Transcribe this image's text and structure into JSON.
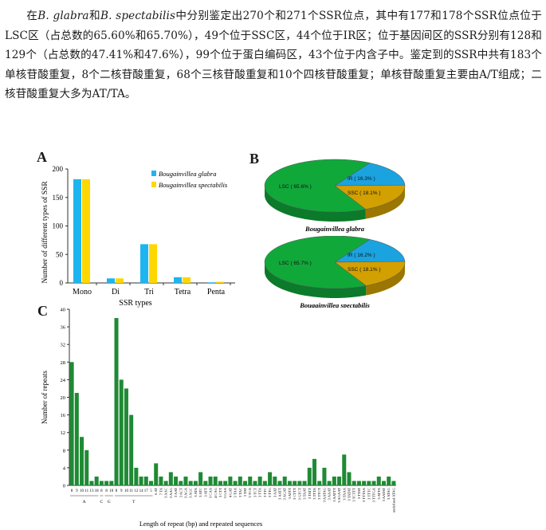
{
  "paragraph": {
    "parts": [
      {
        "t": "在"
      },
      {
        "t": "B. glabra",
        "i": true
      },
      {
        "t": "和"
      },
      {
        "t": "B. spectabilis",
        "i": true
      },
      {
        "t": "中分别鉴定出270个和271个SSR位点，其中有177和178个SSR位点位于LSC区（占总数的65.60%和65.70%），49个位于SSC区，44个位于IR区；位于基因间区的SSR分别有128和129个（占总数的47.41%和47.6%），99个位于蛋白编码区，43个位于内含子中。鉴定到的SSR中共有183个单核苷酸重复，8个二核苷酸重复，68个三核苷酸重复和10个四核苷酸重复；单核苷酸重复主要由A/T组成；二核苷酸重复大多为AT/TA。"
      }
    ]
  },
  "panels": {
    "a": "A",
    "b": "B",
    "c": "C"
  },
  "colors": {
    "glabra": "#1eb4f0",
    "spectabilis": "#ffd700",
    "green": "#1f8a34",
    "lsc": "#11a83a",
    "ssc": "#d2a000",
    "ir": "#1ba3e0"
  },
  "chart_data": [
    {
      "type": "bar",
      "categories": [
        "Mono",
        "Di",
        "Tri",
        "Tetra",
        "Penta"
      ],
      "series": [
        {
          "name": "Bougainvillea glabra",
          "values": [
            182,
            8,
            68,
            10,
            1
          ]
        },
        {
          "name": "Bougainvillea spectabilis",
          "values": [
            182,
            8,
            68,
            10,
            2
          ]
        }
      ],
      "xlabel": "SSR types",
      "ylabel": "Number of different types of SSR",
      "ylim": [
        0,
        200
      ],
      "yticks": [
        0,
        50,
        100,
        150,
        200
      ],
      "legend": "top-right"
    },
    {
      "type": "pie",
      "title": "Bougainvillea glabra",
      "slices": [
        {
          "label": "LSC ( 65.6% )",
          "value": 65.6
        },
        {
          "label": "SSC ( 18.1% )",
          "value": 18.1
        },
        {
          "label": "IR ( 16.3% )",
          "value": 16.3
        }
      ]
    },
    {
      "type": "pie",
      "title": "Bougainvillea spectabilis",
      "slices": [
        {
          "label": "LSC ( 65.7% )",
          "value": 65.7
        },
        {
          "label": "SSC ( 18.1% )",
          "value": 18.1
        },
        {
          "label": "IR ( 16.2% )",
          "value": 16.2
        }
      ]
    },
    {
      "type": "bar",
      "xlabel": "Length of repeat (bp) and repeated sequences",
      "ylabel": "Number of repeats",
      "ylim": [
        0,
        40
      ],
      "yticks": [
        0,
        4,
        8,
        12,
        16,
        20,
        24,
        28,
        32,
        36,
        40
      ],
      "lengths": [
        "8",
        "9",
        "10",
        "11",
        "13",
        "18",
        "8",
        "8",
        "10",
        "8",
        "9",
        "10",
        "11",
        "12",
        "14",
        "17",
        "5",
        "6",
        "7",
        "3",
        "3",
        "3",
        "3",
        "3",
        "3",
        "3",
        "3",
        "3",
        "3",
        "4",
        "3",
        "3",
        "4",
        "3",
        "3",
        "3",
        "3",
        "3",
        "3",
        "3",
        "3",
        "3",
        "3",
        "3",
        "3",
        "3",
        "3",
        "3",
        "3",
        "3",
        "3",
        "3",
        "3",
        "3",
        "3",
        "3",
        "3",
        "3",
        "3",
        "3",
        "3",
        "3",
        "3",
        "3",
        "3"
      ],
      "values": [
        28,
        21,
        11,
        8,
        1,
        2,
        1,
        1,
        1,
        38,
        24,
        22,
        16,
        4,
        2,
        2,
        1,
        5,
        2,
        1,
        3,
        2,
        1,
        2,
        1,
        1,
        3,
        1,
        2,
        2,
        1,
        1,
        2,
        1,
        2,
        1,
        2,
        1,
        2,
        1,
        3,
        2,
        1,
        2,
        1,
        1,
        1,
        1,
        4,
        6,
        1,
        4,
        1,
        2,
        2,
        7,
        3,
        1,
        1,
        1,
        1,
        1,
        2,
        1,
        2,
        1
      ],
      "groups": [
        {
          "label": "A",
          "start": 0,
          "end": 5
        },
        {
          "label": "C",
          "start": 6,
          "end": 6
        },
        {
          "label": "G",
          "start": 7,
          "end": 8
        },
        {
          "label": "T",
          "start": 9,
          "end": 16
        }
      ],
      "motifs": [
        "",
        "",
        "",
        "",
        "",
        "",
        "",
        "",
        "",
        "",
        "",
        "",
        "",
        "",
        "",
        "",
        "",
        "AT",
        "TA",
        "AAC",
        "AAG",
        "AAT",
        "ACT",
        "AGA",
        "AGC",
        "ATA",
        "ATC",
        "ATT",
        "CAA",
        "CAG",
        "CTT",
        "GAA",
        "GAT",
        "TAA",
        "TAC",
        "TAT",
        "TCA",
        "TCT",
        "TTA",
        "TTC",
        "TTG",
        "AAT",
        "AATT",
        "AGAT",
        "ATTT",
        "CTTT",
        "GTCT",
        "TAAT",
        "TATT",
        "TTTA",
        "TTCT",
        "AATAG",
        "AAAT",
        "AATTT",
        "AGAAT",
        "TAAA",
        "TATAT",
        "TCTTT",
        "TTAT",
        "TTTAA",
        "TTTC",
        "TTTGA",
        "ATTA",
        "AATAT",
        "ATAG",
        "ATAG"
      ]
    }
  ]
}
